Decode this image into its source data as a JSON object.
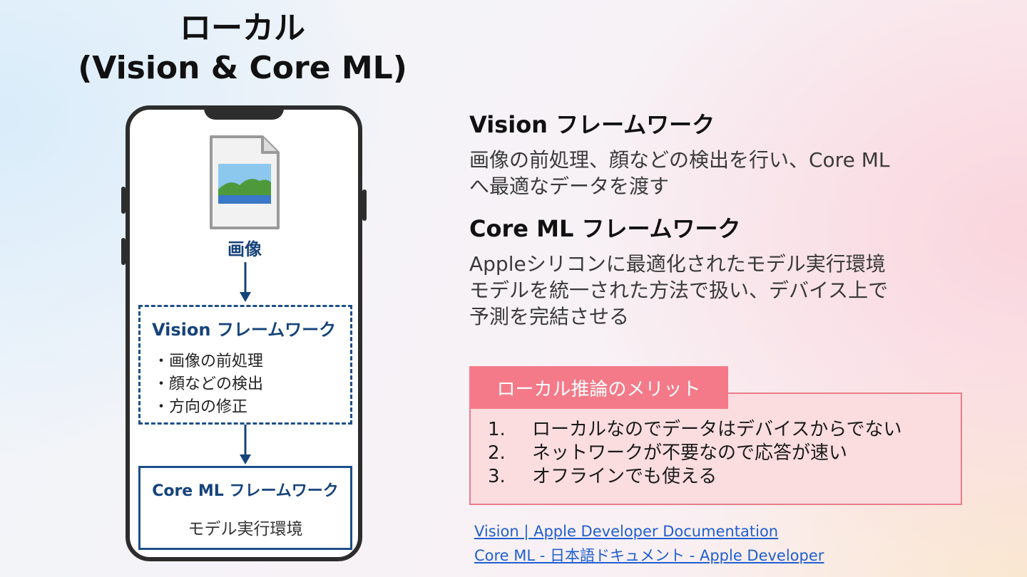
{
  "title": {
    "line1": "ローカル",
    "line2": "(Vision & Core ML)"
  },
  "phone": {
    "image_label": "画像",
    "vision_box": {
      "title": "Vision フレームワーク",
      "items": [
        "・画像の前処理",
        "・顔などの検出",
        "・方向の修正"
      ]
    },
    "coreml_box": {
      "title": "Core ML フレームワーク",
      "subtitle": "モデル実行環境"
    },
    "icons": [
      "image-file-icon",
      "arrow-down-icon"
    ]
  },
  "vision_section": {
    "heading": "Vision フレームワーク",
    "lines": [
      "画像の前処理、顔などの検出を行い、Core ML",
      "へ最適なデータを渡す"
    ]
  },
  "coreml_section": {
    "heading": "Core ML フレームワーク",
    "lines": [
      "Appleシリコンに最適化されたモデル実行環境",
      "モデルを統一された方法で扱い、デバイス上で",
      "予測を完結させる"
    ]
  },
  "merits": {
    "title": "ローカル推論のメリット",
    "items": [
      {
        "num": "1.",
        "text": "ローカルなのでデータはデバイスからでない"
      },
      {
        "num": "2.",
        "text": "ネットワークが不要なので応答が速い"
      },
      {
        "num": "3.",
        "text": "オフラインでも使える"
      }
    ]
  },
  "links": [
    "Vision | Apple Developer Documentation",
    "Core ML - 日本語ドキュメント - Apple Developer"
  ],
  "colors": {
    "accent_blue": "#1d4f8a",
    "merit_tab": "#f47a89",
    "merit_bg": "#fbdde0",
    "link": "#1f5fcf"
  }
}
